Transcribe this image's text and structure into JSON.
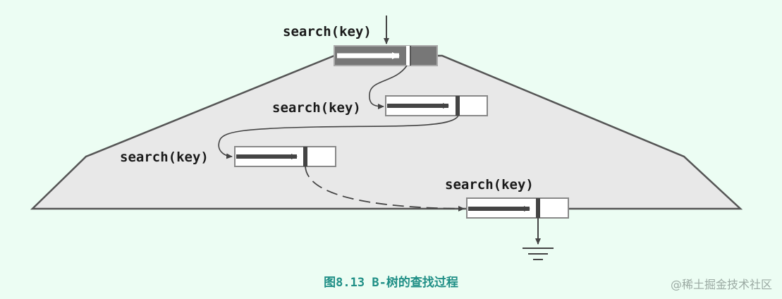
{
  "diagram": {
    "call_labels": [
      "search(key)",
      "search(key)",
      "search(key)",
      "search(key)"
    ],
    "caption": "图8.13 B-树的查找过程",
    "watermark": "@稀土掘金技术社区",
    "colors": {
      "background": "#ecfdf3",
      "tree_fill": "#e8e8e8",
      "tree_stroke": "#555555",
      "node_stroke": "#888888",
      "root_fill": "#777777",
      "arrow": "#444444",
      "caption": "#1f8f86"
    }
  }
}
